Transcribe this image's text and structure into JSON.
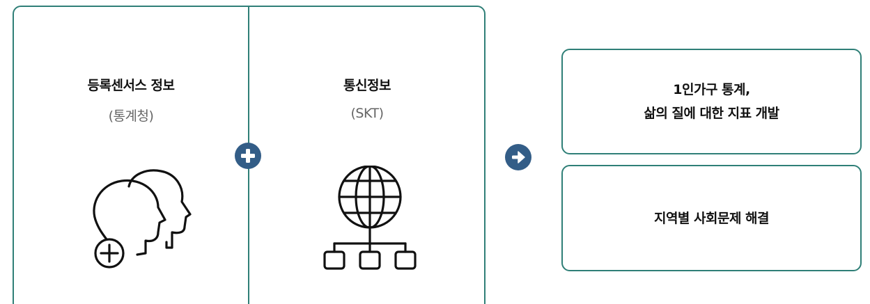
{
  "colors": {
    "border": "#2f7f77",
    "badge": "#335d87",
    "title": "#111111",
    "subtitle": "#666666"
  },
  "sources": [
    {
      "title": "등록센서스 정보",
      "subtitle": "(통계청)",
      "icon": "people-add-icon"
    },
    {
      "title": "통신정보",
      "subtitle": "(SKT)",
      "icon": "globe-network-icon"
    }
  ],
  "badges": {
    "plus": "plus-icon",
    "arrow": "arrow-right-icon"
  },
  "results": [
    {
      "lines": [
        "1인가구 통계,",
        "삶의 질에 대한 지표 개발"
      ]
    },
    {
      "lines": [
        "지역별 사회문제 해결"
      ]
    }
  ]
}
